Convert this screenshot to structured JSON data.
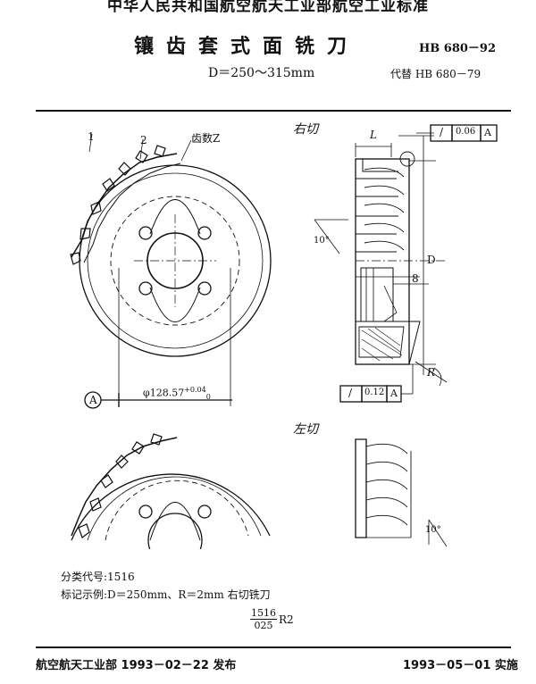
{
  "header": {
    "organization": "中华人民共和国航空航天工业部航空工业标准",
    "title": "镶齿套式面铣刀",
    "standard_code": "HB 680－92",
    "dimension_range": "D＝250～315mm",
    "replaces": "代替 HB 680－79"
  },
  "drawing": {
    "right_cut_label": "右切",
    "left_cut_label": "左切",
    "callout_1": "1",
    "callout_2": "2",
    "callout_teeth": "齿数Z",
    "datum_a": "A",
    "bore_dim": "φ128.57",
    "bore_tol": "+0.04",
    "bore_tol_low": "0",
    "dim_L": "L",
    "dim_D": "D",
    "dim_8": "8",
    "dim_R": "R",
    "angle_10_top": "10°",
    "angle_10_bottom": "10°",
    "tol_frame_top": {
      "symbol": "/",
      "value": "0.06",
      "datum": "A"
    },
    "tol_frame_bottom": {
      "symbol": "/",
      "value": "0.12",
      "datum": "A"
    }
  },
  "notes": {
    "classification": "分类代号:1516",
    "marking_example": "标记示例:D＝250mm、R＝2mm 右切铣刀",
    "fraction_top": "1516",
    "fraction_bottom": "025",
    "fraction_suffix": "R2"
  },
  "footer": {
    "issued": "航空航天工业部 1993－02－22 发布",
    "effective": "1993－05－01 实施"
  }
}
